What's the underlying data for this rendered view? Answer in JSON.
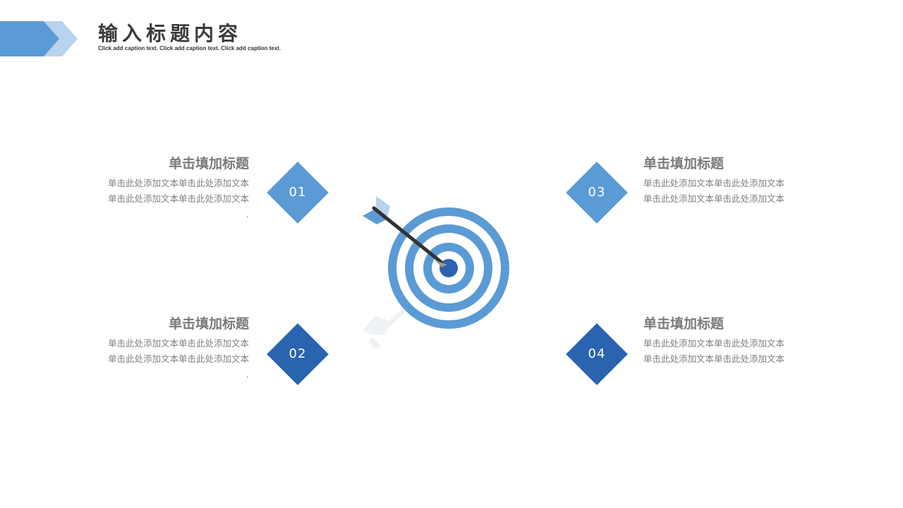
{
  "header": {
    "title": "输入标题内容",
    "subtitle": "Click add caption text. Click  add caption text. Click add caption text."
  },
  "colors": {
    "light_blue": "#5b9bd5",
    "dark_blue": "#2a63b0",
    "pale_blue": "#b8d3ee",
    "gray_text": "#7a7a7a",
    "arrow_shaft": "#333333"
  },
  "items": [
    {
      "number": "01",
      "title": "单击填加标题",
      "line1": "单击此处添加文本单击此处添加文本",
      "line2": "单击此处添加文本单击此处添加文本",
      "line3": "."
    },
    {
      "number": "02",
      "title": "单击填加标题",
      "line1": "单击此处添加文本单击此处添加文本",
      "line2": "单击此处添加文本单击此处添加文本",
      "line3": "."
    },
    {
      "number": "03",
      "title": "单击填加标题",
      "line1": "单击此处添加文本单击此处添加文本",
      "line2": "单击此处添加文本单击此处添加文本"
    },
    {
      "number": "04",
      "title": "单击填加标题",
      "line1": "单击此处添加文本单击此处添加文本",
      "line2": "单击此处添加文本单击此处添加文本"
    }
  ],
  "center_icon": "target-with-arrow-icon"
}
